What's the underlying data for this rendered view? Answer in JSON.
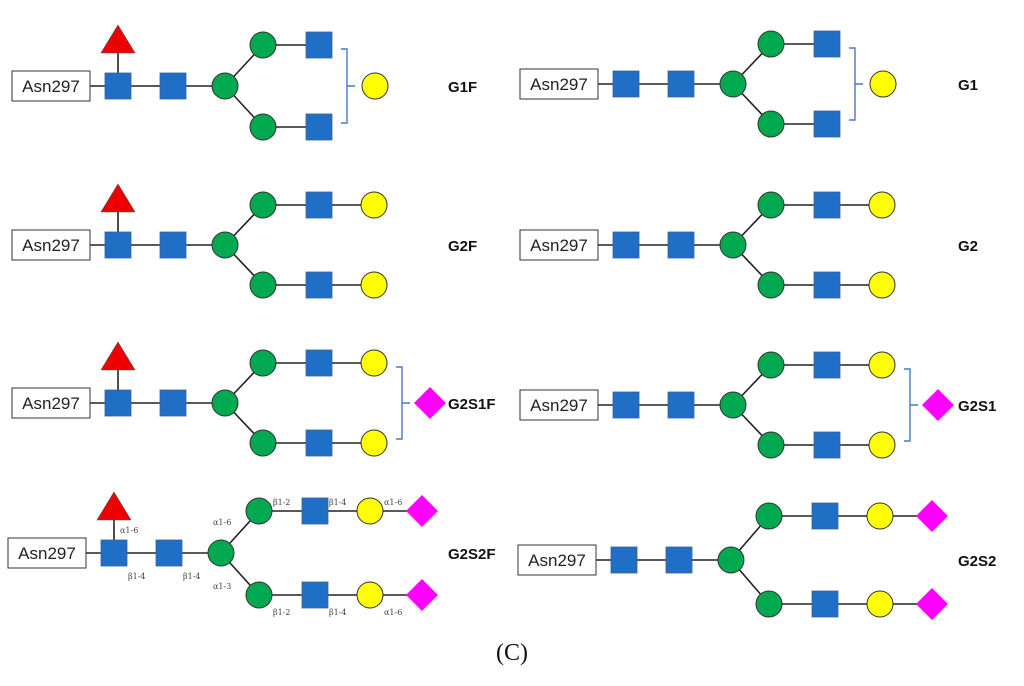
{
  "figure_caption": "(C)",
  "legend_symbols": {
    "fucose": {
      "shape": "triangle",
      "color": "#ee0000"
    },
    "glcnac": {
      "shape": "square",
      "color": "#1f6fc6"
    },
    "mannose": {
      "shape": "circle",
      "color": "#00a84f"
    },
    "galactose": {
      "shape": "circle",
      "color": "#ffff00"
    },
    "sialic_acid": {
      "shape": "diamond",
      "color": "#ff00ff"
    },
    "bracket_color": "#4a78c8"
  },
  "glycans": [
    {
      "name": "G1F",
      "anchor": "Asn297",
      "fucose": true,
      "arms": [
        [
          "mannose",
          "glcnac"
        ],
        [
          "mannose",
          "glcnac"
        ]
      ],
      "bracketed": [
        "galactose"
      ]
    },
    {
      "name": "G1",
      "anchor": "Asn297",
      "fucose": false,
      "arms": [
        [
          "mannose",
          "glcnac"
        ],
        [
          "mannose",
          "glcnac"
        ]
      ],
      "bracketed": [
        "galactose"
      ]
    },
    {
      "name": "G2F",
      "anchor": "Asn297",
      "fucose": true,
      "arms": [
        [
          "mannose",
          "glcnac",
          "galactose"
        ],
        [
          "mannose",
          "glcnac",
          "galactose"
        ]
      ],
      "bracketed": []
    },
    {
      "name": "G2",
      "anchor": "Asn297",
      "fucose": false,
      "arms": [
        [
          "mannose",
          "glcnac",
          "galactose"
        ],
        [
          "mannose",
          "glcnac",
          "galactose"
        ]
      ],
      "bracketed": []
    },
    {
      "name": "G2S1F",
      "anchor": "Asn297",
      "fucose": true,
      "arms": [
        [
          "mannose",
          "glcnac",
          "galactose"
        ],
        [
          "mannose",
          "glcnac",
          "galactose"
        ]
      ],
      "bracketed": [
        "sialic_acid"
      ]
    },
    {
      "name": "G2S1",
      "anchor": "Asn297",
      "fucose": false,
      "arms": [
        [
          "mannose",
          "glcnac",
          "galactose"
        ],
        [
          "mannose",
          "glcnac",
          "galactose"
        ]
      ],
      "bracketed": [
        "sialic_acid"
      ]
    },
    {
      "name": "G2S2F",
      "anchor": "Asn297",
      "fucose": true,
      "arms": [
        [
          "mannose",
          "glcnac",
          "galactose",
          "sialic_acid"
        ],
        [
          "mannose",
          "glcnac",
          "galactose",
          "sialic_acid"
        ]
      ],
      "bracketed": [],
      "linkages": {
        "fucose": "α1-6",
        "core1": "β1-4",
        "core2": "β1-4",
        "upper_branch": "α1-6",
        "lower_branch": "α1-3",
        "upper": [
          "β1-2",
          "β1-4",
          "α1-6"
        ],
        "lower": [
          "β1-2",
          "β1-4",
          "α1-6"
        ]
      }
    },
    {
      "name": "G2S2",
      "anchor": "Asn297",
      "fucose": false,
      "arms": [
        [
          "mannose",
          "glcnac",
          "galactose",
          "sialic_acid"
        ],
        [
          "mannose",
          "glcnac",
          "galactose",
          "sialic_acid"
        ]
      ],
      "bracketed": []
    }
  ]
}
